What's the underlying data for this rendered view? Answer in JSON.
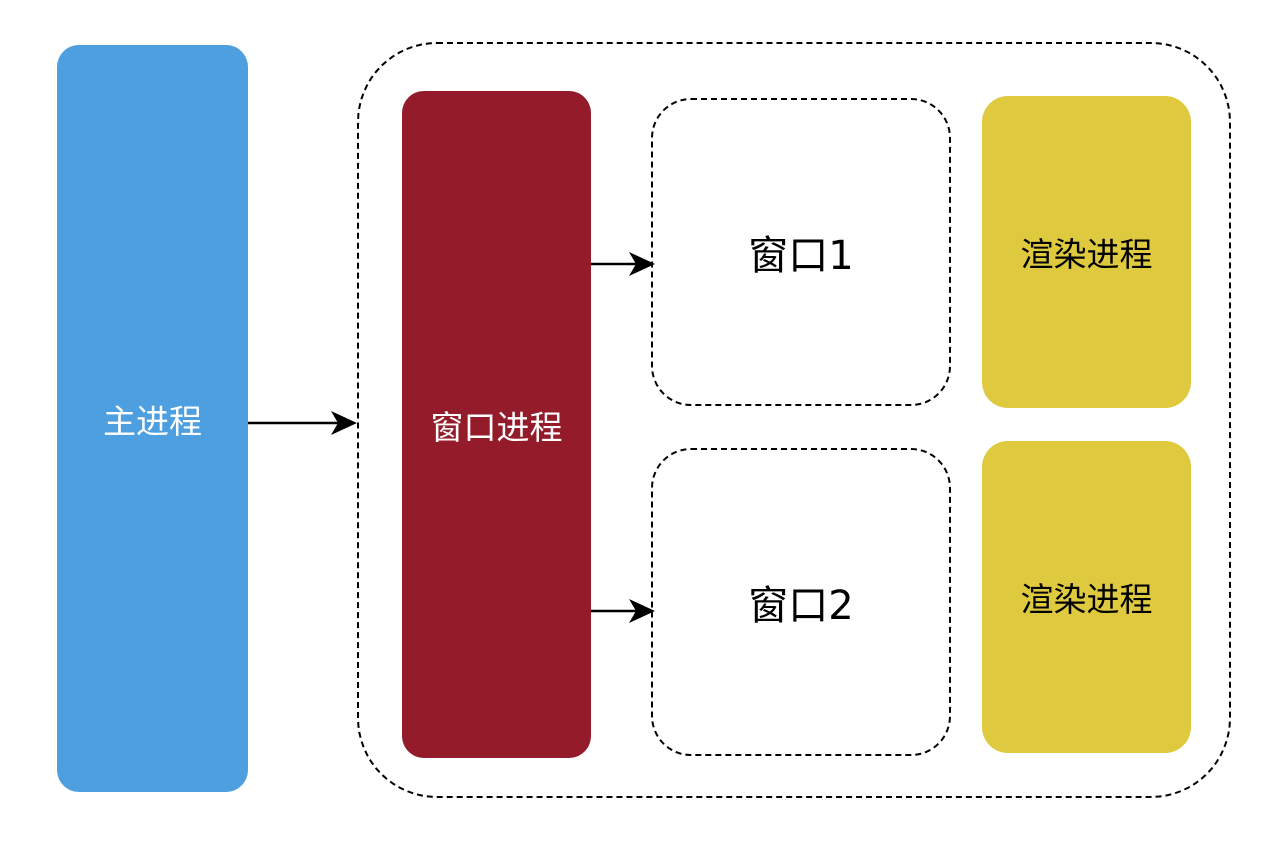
{
  "nodes": {
    "main_process": "主进程",
    "window_process": "窗口进程",
    "window_1": "窗口1",
    "window_2": "窗口2",
    "render_process_1": "渲染进程",
    "render_process_2": "渲染进程"
  },
  "edges": [
    {
      "from": "main_process",
      "to": "window_group"
    },
    {
      "from": "window_process",
      "to": "window_1"
    },
    {
      "from": "window_process",
      "to": "window_2"
    }
  ],
  "colors": {
    "main_process": "#4d9fdf",
    "window_process": "#941c2a",
    "render_process": "#dfc93f",
    "border": "#000000"
  }
}
